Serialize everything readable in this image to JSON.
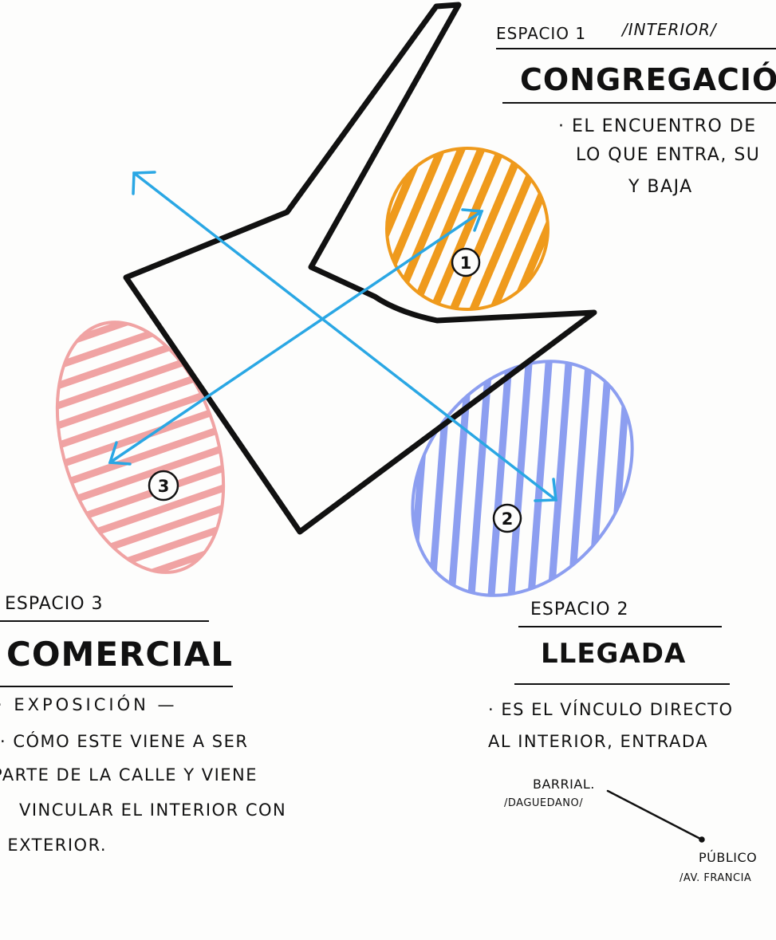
{
  "spaces": [
    {
      "number": "1",
      "heading": "ESPACIO 1",
      "qualifier": "/INTERIOR/",
      "title": "CONGREGACIÓN",
      "description": [
        "· EL ENCUENTRO DE",
        "LO QUE ENTRA, SU",
        "Y BAJA"
      ],
      "color": "#ef9a1c"
    },
    {
      "number": "2",
      "heading": "ESPACIO 2",
      "title": "LLEGADA",
      "description": [
        "· ES EL VÍNCULO DIRECTO",
        "AL INTERIOR, ENTRADA"
      ],
      "barrial_label": "BARRIAL.",
      "barrial_sub": "/DAGUEDANO/",
      "publico_label": "PÚBLICO",
      "publico_sub": "/AV. FRANCIA",
      "color": "#8c9ef0"
    },
    {
      "number": "3",
      "heading": "ESPACIO 3",
      "title": "COMERCIAL",
      "subtitle": "EXPOSICIÓN",
      "description": [
        "· CÓMO ESTE VIENE A SER",
        "PARTE DE LA CALLE Y VIENE",
        "VINCULAR EL INTERIOR CON",
        "L EXTERIOR."
      ],
      "color": "#f0a3a3"
    }
  ],
  "colors": {
    "arrow": "#2aa7e4",
    "outline": "#111111"
  }
}
